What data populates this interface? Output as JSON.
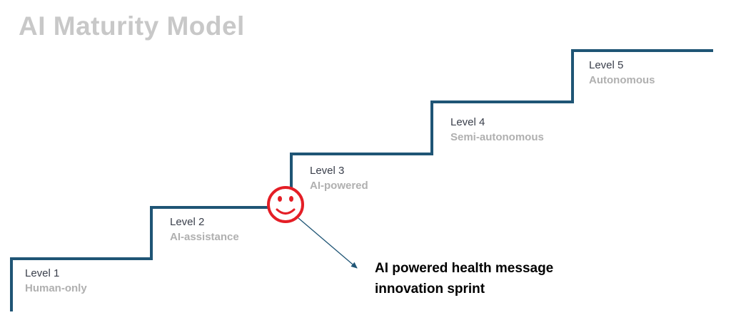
{
  "title": "AI Maturity Model",
  "levels": [
    {
      "name": "Level 1",
      "description": "Human-only"
    },
    {
      "name": "Level 2",
      "description": "AI-assistance"
    },
    {
      "name": "Level 3",
      "description": "AI-powered"
    },
    {
      "name": "Level 4",
      "description": "Semi-autonomous"
    },
    {
      "name": "Level 5",
      "description": "Autonomous"
    }
  ],
  "marker": {
    "icon": "smiley-face-icon",
    "position_level": "Level 3",
    "color": "#e41e26"
  },
  "callout": {
    "text": "AI powered health message innovation sprint"
  },
  "colors": {
    "stairs": "#1f5575",
    "arrow": "#1f5575",
    "level_name": "#3a3f4b",
    "level_desc": "#b0b0b0",
    "title": "#c8c8c8"
  }
}
